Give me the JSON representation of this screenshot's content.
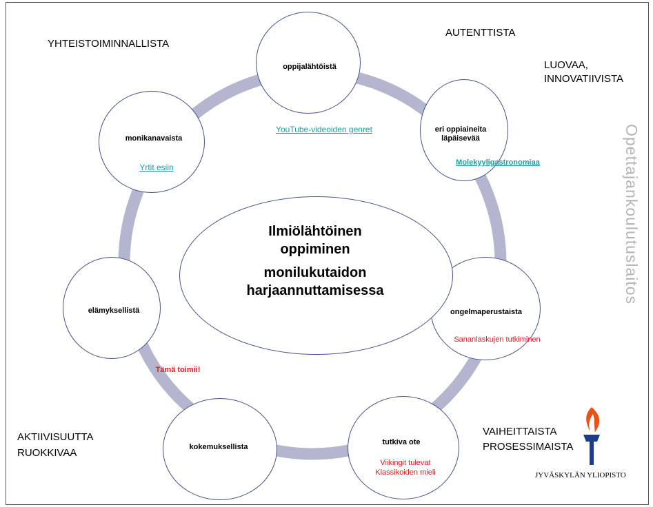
{
  "center": {
    "line1": "Ilmiölähtöinen",
    "line2": "oppiminen",
    "line3": "monilukutaidon",
    "line4": "harjaannuttamisessa"
  },
  "nodes": {
    "top": {
      "title": "oppijalähtöistä",
      "link": "YouTube-videoiden genret"
    },
    "upper_right": {
      "title1": "eri oppiaineita",
      "title2": "läpäisevää",
      "link": "Molekyyligastronomiaa"
    },
    "right": {
      "title": "ongelmaperustaista",
      "example": "Sananlaskujen  tutkiminen"
    },
    "bottom_right": {
      "title": "tutkiva ote",
      "example1": "Viikingit tulevat",
      "example2": "Klassikoiden  mieli"
    },
    "bottom_left": {
      "title": "kokemuksellista"
    },
    "left": {
      "title": "elämyksellistä",
      "example": "Tämä toimii!"
    },
    "upper_left": {
      "title": "monikanavaista",
      "link": "Yrtit esiin"
    }
  },
  "outer_labels": {
    "yhteistoiminnallista": "YHTEISTOIMINNALLISTA",
    "autenttista": "AUTENTTISTA",
    "luovaa1": "LUOVAA,",
    "luovaa2": "INNOVATIIVISTA",
    "aktiivisuutta1": "AKTIIVISUUTTA",
    "aktiivisuutta2": "RUOKKIVAA",
    "vaiheittaista1": "VAIHEITTAISTA",
    "vaiheittaista2": "PROSESSIMAISTA"
  },
  "side_text": "Opettajankoulutuslaitos",
  "logo": {
    "text": "JYVÄSKYLÄN YLIOPISTO"
  },
  "colors": {
    "ring": "#b4b6cf",
    "circle_border": "#4a4f8c",
    "link": "#1a9ea8",
    "example": "#e8191b",
    "side_text": "#b5b5b5",
    "torch_flame": "#e8531b",
    "torch_base": "#1e3c8c"
  }
}
